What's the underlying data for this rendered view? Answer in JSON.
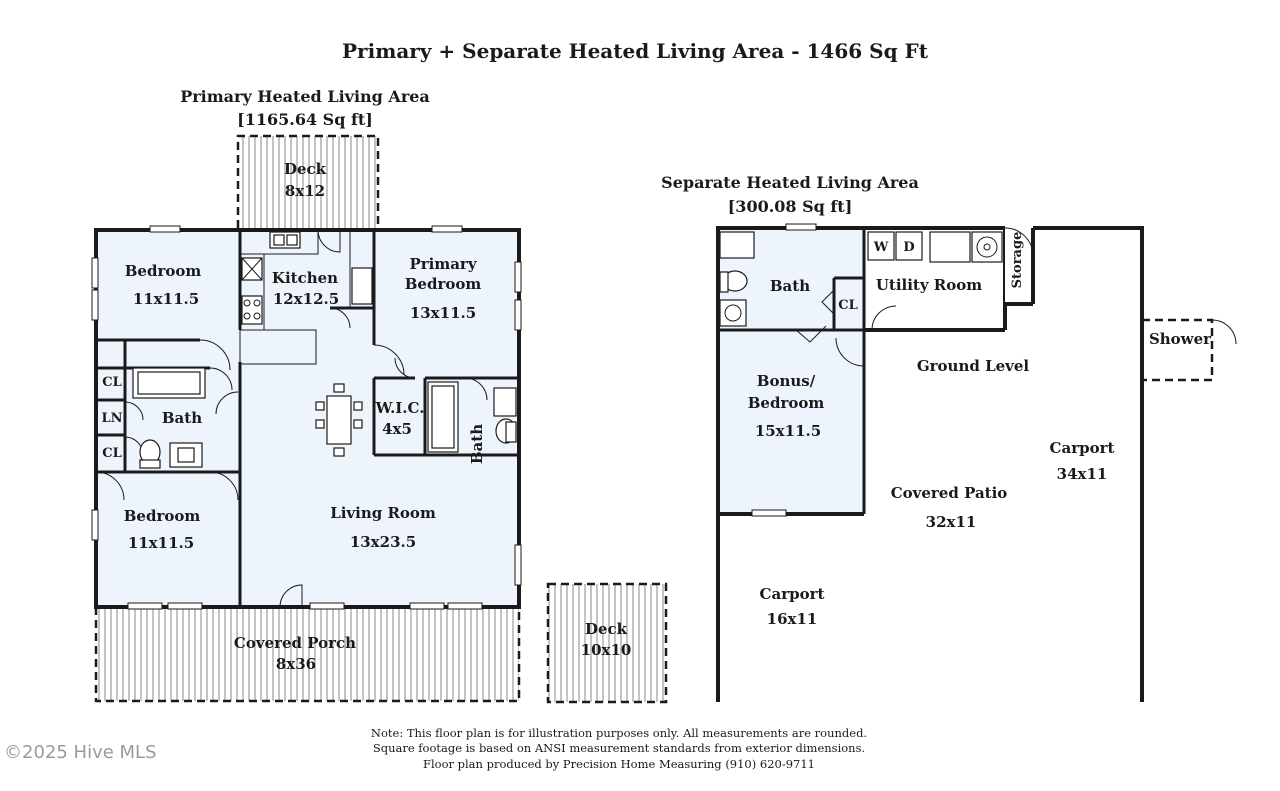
{
  "title": "Primary + Separate Heated Living Area - 1466 Sq Ft",
  "primary_area": {
    "heading": "Primary Heated Living Area",
    "sqft": "[1165.64 Sq ft]",
    "rooms": [
      {
        "name": "Deck",
        "size": "8x12"
      },
      {
        "name": "Bedroom",
        "size": "11x11.5"
      },
      {
        "name": "Kitchen",
        "size": "12x12.5"
      },
      {
        "name": "Primary",
        "name2": "Bedroom",
        "size": "13x11.5"
      },
      {
        "name": "Bath"
      },
      {
        "name": "W.I.C.",
        "size": "4x5"
      },
      {
        "name": "Bath"
      },
      {
        "name": "Bedroom",
        "size": "11x11.5"
      },
      {
        "name": "Living Room",
        "size": "13x23.5"
      },
      {
        "name": "Covered Porch",
        "size": "8x36"
      },
      {
        "name": "Deck",
        "size": "10x10"
      }
    ],
    "closets": [
      "CL",
      "LN",
      "CL"
    ]
  },
  "separate_area": {
    "heading": "Separate Heated Living Area",
    "sqft": "[300.08 Sq ft]",
    "rooms": [
      {
        "name": "Bath"
      },
      {
        "name": "CL"
      },
      {
        "name": "Utility Room"
      },
      {
        "name": "Storage"
      },
      {
        "name": "Shower"
      },
      {
        "name": "Ground Level"
      },
      {
        "name": "Bonus/",
        "name2": "Bedroom",
        "size": "15x11.5"
      },
      {
        "name": "Carport",
        "size": "34x11"
      },
      {
        "name": "Covered Patio",
        "size": "32x11"
      },
      {
        "name": "Carport",
        "size": "16x11"
      }
    ],
    "appliances": [
      "W",
      "D"
    ]
  },
  "note": [
    "Note: This floor plan is for illustration purposes only. All measurements are rounded.",
    "Square footage is based on ANSI measurement standards from exterior dimensions.",
    "Floor plan produced by Precision Home Measuring (910) 620-9711"
  ],
  "watermark": "©2025 Hive MLS"
}
